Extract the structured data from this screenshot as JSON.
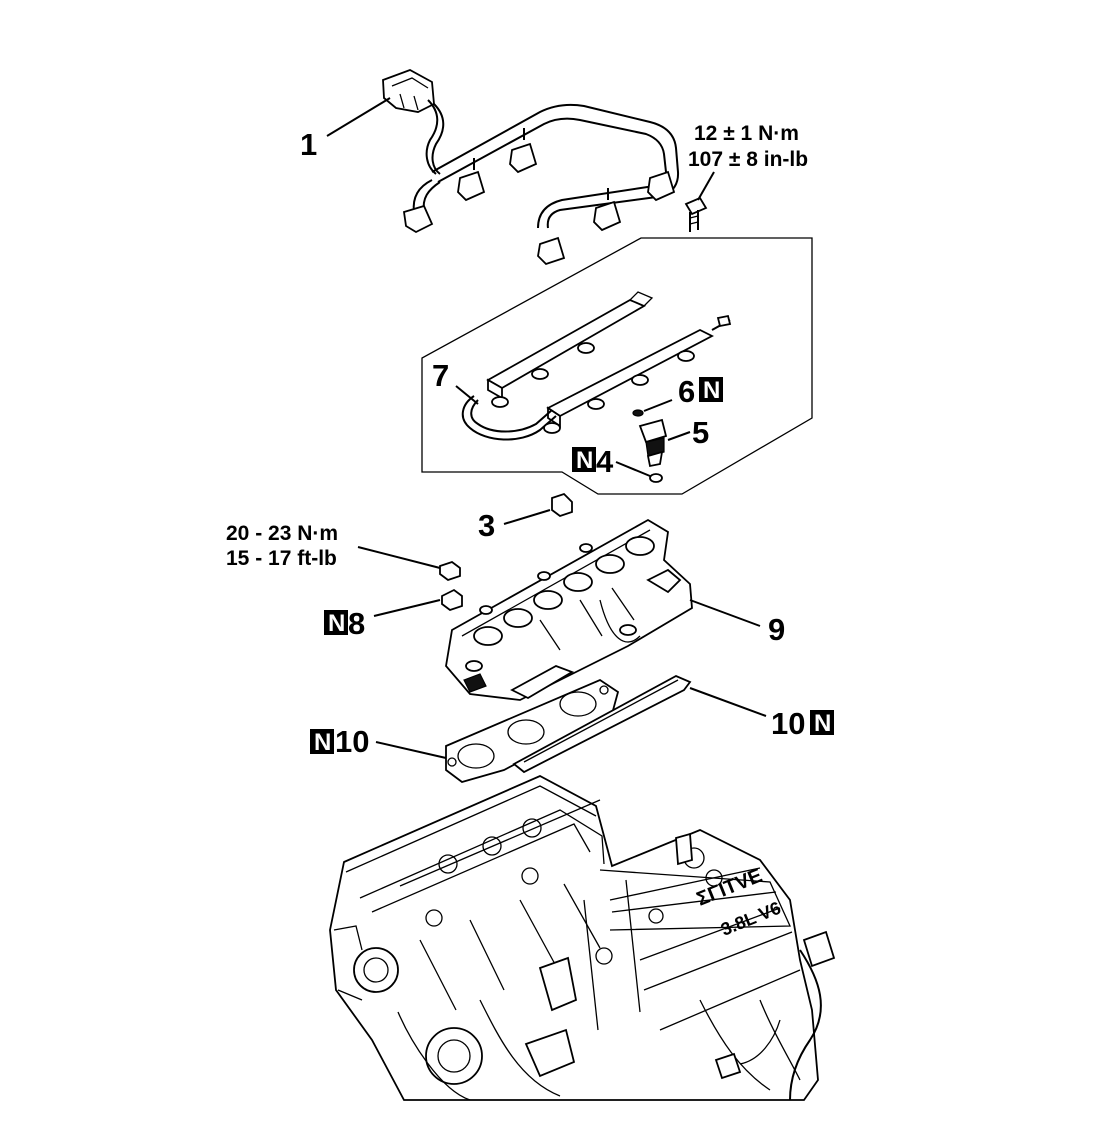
{
  "callouts": {
    "c1": "1",
    "c3": "3",
    "c4": "4",
    "c5": "5",
    "c6": "6",
    "c7": "7",
    "c8": "8",
    "c9": "9",
    "c10_left": "10",
    "c10_right": "10"
  },
  "new_part_marker": "N",
  "torque": {
    "bolt_nm": "12 ± 1 N·m",
    "bolt_inlb": "107 ± 8 in-lb",
    "nut_nm": "20 - 23 N·m",
    "nut_ftlb": "15 - 17 ft-lb"
  },
  "engine_markings": {
    "brand": "ΣΓΙΤVE",
    "displacement": "3.8L V6"
  }
}
